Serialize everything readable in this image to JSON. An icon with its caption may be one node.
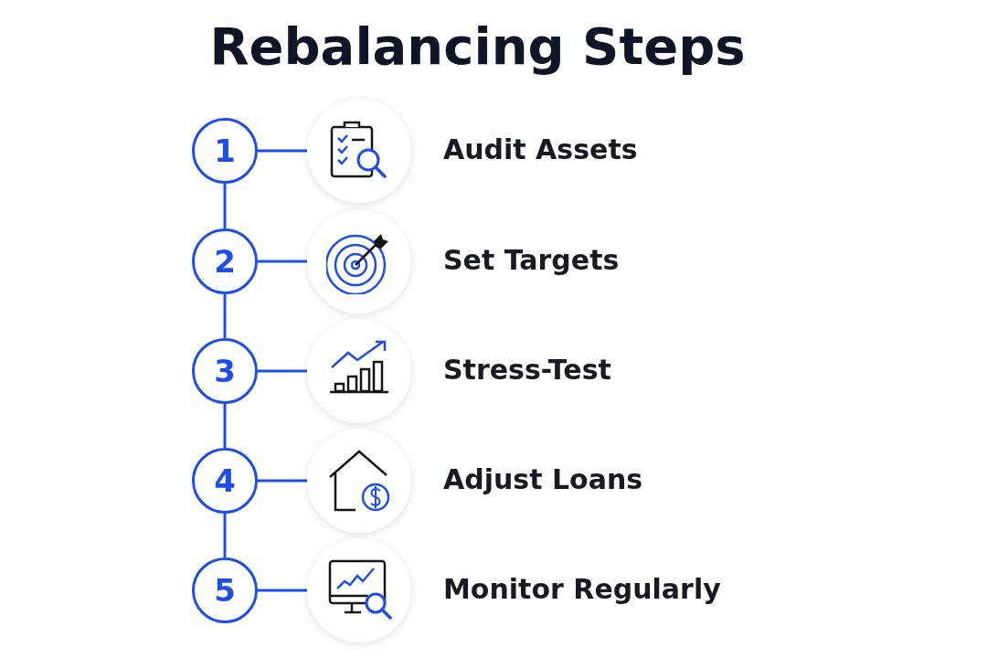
{
  "diagram": {
    "title": "Rebalancing Steps",
    "nodes": [
      {
        "text": [
          "1"
        ]
      },
      {
        "text": [],
        "shape": "circle",
        "beside": [
          "Audit Assets"
        ]
      },
      {
        "text": [
          "2"
        ]
      },
      {
        "text": [],
        "shape": "circle",
        "beside": [
          "Set Targets"
        ]
      },
      {
        "text": [
          "3"
        ]
      },
      {
        "text": [],
        "shape": "circle",
        "beside": [
          "Stress-Test"
        ]
      },
      {
        "text": [
          "4"
        ]
      },
      {
        "text": [],
        "shape": "circle",
        "beside": [
          "Adjust Loans"
        ]
      },
      {
        "text": [
          "5"
        ]
      },
      {
        "text": [],
        "shape": "circle",
        "beside": [
          "Monitor Regularly"
        ]
      }
    ],
    "edges": [
      {
        "from": 0,
        "to": 1,
        "arrow": "none"
      },
      {
        "from": 0,
        "to": 2,
        "arrow": "none"
      },
      {
        "from": 2,
        "to": 3,
        "arrow": "none"
      },
      {
        "from": 2,
        "to": 4,
        "arrow": "none"
      },
      {
        "from": 4,
        "to": 5,
        "arrow": "none"
      },
      {
        "from": 4,
        "to": 6,
        "arrow": "none"
      },
      {
        "from": 6,
        "to": 7,
        "arrow": "none"
      },
      {
        "from": 6,
        "to": 8,
        "arrow": "none"
      },
      {
        "from": 8,
        "to": 9,
        "arrow": "none"
      }
    ]
  }
}
